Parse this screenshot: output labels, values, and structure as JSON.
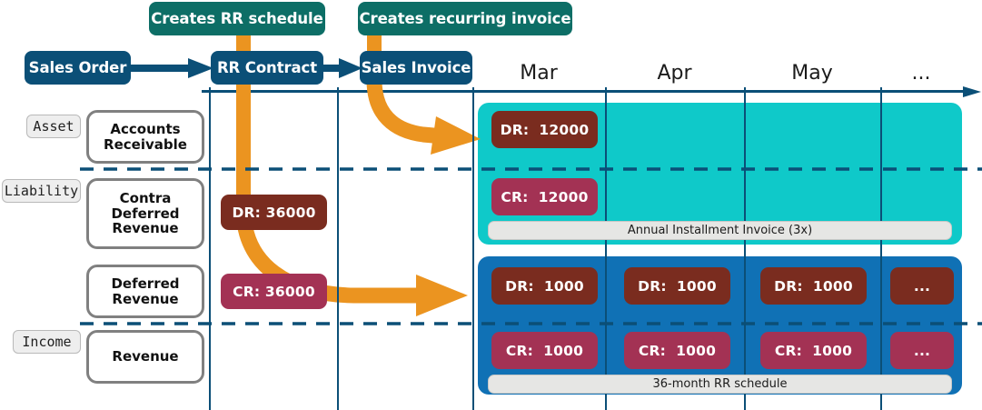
{
  "theme": {
    "navy": "#0b4f77",
    "teal_green": "#0d6e66",
    "orange": "#eb9420",
    "panel_invoice": "#0fc9c9",
    "panel_schedule": "#1071b5",
    "debit": "#7a2c1f",
    "credit": "#a33254",
    "box_border": "#808080",
    "tag_bg": "#eeeeee"
  },
  "banners": [
    {
      "id": "creates-rr-schedule",
      "label": "Creates RR schedule"
    },
    {
      "id": "creates-recurring-invoice",
      "label": "Creates recurring invoice"
    }
  ],
  "nodes": [
    {
      "id": "sales-order",
      "label": "Sales Order"
    },
    {
      "id": "rr-contract",
      "label": "RR Contract"
    },
    {
      "id": "sales-invoice",
      "label": "Sales Invoice"
    }
  ],
  "categories": [
    {
      "id": "asset",
      "label": "Asset"
    },
    {
      "id": "liability",
      "label": "Liability"
    },
    {
      "id": "income",
      "label": "Income"
    }
  ],
  "accounts": [
    {
      "id": "accounts-receivable",
      "label": "Accounts\nReceivable",
      "category": "Asset"
    },
    {
      "id": "contra-deferred-revenue",
      "label": "Contra\nDeferred\nRevenue",
      "category": "Liability"
    },
    {
      "id": "deferred-revenue",
      "label": "Deferred\nRevenue",
      "category": "Liability"
    },
    {
      "id": "revenue",
      "label": "Revenue",
      "category": "Income"
    }
  ],
  "timeline": {
    "months": [
      "Mar",
      "Apr",
      "May",
      "..."
    ]
  },
  "contract_entries": [
    {
      "id": "contract-debit",
      "type": "DR",
      "label": "DR: 36000",
      "amount": 36000,
      "account": "Contra Deferred Revenue"
    },
    {
      "id": "contract-credit",
      "type": "CR",
      "label": "CR: 36000",
      "amount": 36000,
      "account": "Deferred Revenue"
    }
  ],
  "invoice_panel": {
    "caption": "Annual Installment Invoice (3x)",
    "entries": [
      {
        "id": "invoice-debit-mar",
        "type": "DR",
        "label": "DR:  12000",
        "amount": 12000,
        "month": "Mar",
        "account": "Accounts Receivable"
      },
      {
        "id": "invoice-credit-mar",
        "type": "CR",
        "label": "CR:  12000",
        "amount": 12000,
        "month": "Mar",
        "account": "Contra Deferred Revenue"
      }
    ]
  },
  "schedule_panel": {
    "caption": "36-month RR schedule",
    "debit_entries": [
      {
        "id": "schedule-debit-mar",
        "type": "DR",
        "label": "DR:  1000",
        "amount": 1000,
        "month": "Mar",
        "account": "Deferred Revenue"
      },
      {
        "id": "schedule-debit-apr",
        "type": "DR",
        "label": "DR:  1000",
        "amount": 1000,
        "month": "Apr",
        "account": "Deferred Revenue"
      },
      {
        "id": "schedule-debit-may",
        "type": "DR",
        "label": "DR:  1000",
        "amount": 1000,
        "month": "May",
        "account": "Deferred Revenue"
      },
      {
        "id": "schedule-debit-more",
        "type": "DR",
        "label": "...",
        "amount": null,
        "month": "...",
        "account": "Deferred Revenue"
      }
    ],
    "credit_entries": [
      {
        "id": "schedule-credit-mar",
        "type": "CR",
        "label": "CR:  1000",
        "amount": 1000,
        "month": "Mar",
        "account": "Revenue"
      },
      {
        "id": "schedule-credit-apr",
        "type": "CR",
        "label": "CR:  1000",
        "amount": 1000,
        "month": "Apr",
        "account": "Revenue"
      },
      {
        "id": "schedule-credit-may",
        "type": "CR",
        "label": "CR:  1000",
        "amount": 1000,
        "month": "May",
        "account": "Revenue"
      },
      {
        "id": "schedule-credit-more",
        "type": "CR",
        "label": "...",
        "amount": null,
        "month": "...",
        "account": "Revenue"
      }
    ]
  }
}
